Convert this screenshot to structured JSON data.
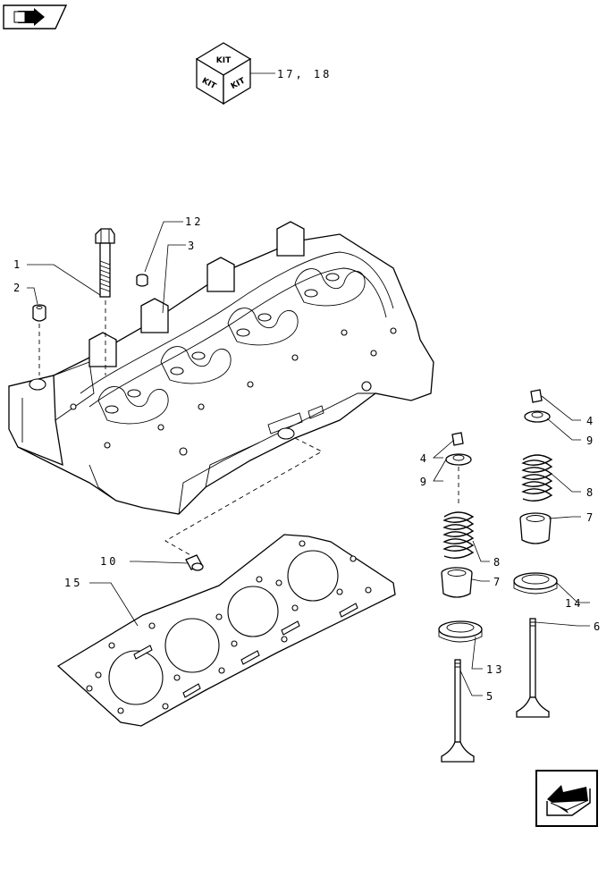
{
  "kit": {
    "face_label": "KIT",
    "reference": "17, 18"
  },
  "callouts": [
    {
      "id": "c1",
      "text": "1"
    },
    {
      "id": "c2",
      "text": "2"
    },
    {
      "id": "c3",
      "text": "3"
    },
    {
      "id": "c12",
      "text": "12"
    },
    {
      "id": "c4a",
      "text": "4"
    },
    {
      "id": "c9a",
      "text": "9"
    },
    {
      "id": "c8a",
      "text": "8"
    },
    {
      "id": "c7a",
      "text": "7"
    },
    {
      "id": "c4b",
      "text": "4"
    },
    {
      "id": "c9b",
      "text": "9"
    },
    {
      "id": "c8b",
      "text": "8"
    },
    {
      "id": "c7b",
      "text": "7"
    },
    {
      "id": "c14",
      "text": "14"
    },
    {
      "id": "c6",
      "text": "6"
    },
    {
      "id": "c10",
      "text": "10"
    },
    {
      "id": "c15",
      "text": "15"
    },
    {
      "id": "c13",
      "text": "13"
    },
    {
      "id": "c5",
      "text": "5"
    }
  ],
  "icons": {
    "top_left": "book-arrow-icon",
    "bottom_right": "next-page-arrow-icon"
  }
}
